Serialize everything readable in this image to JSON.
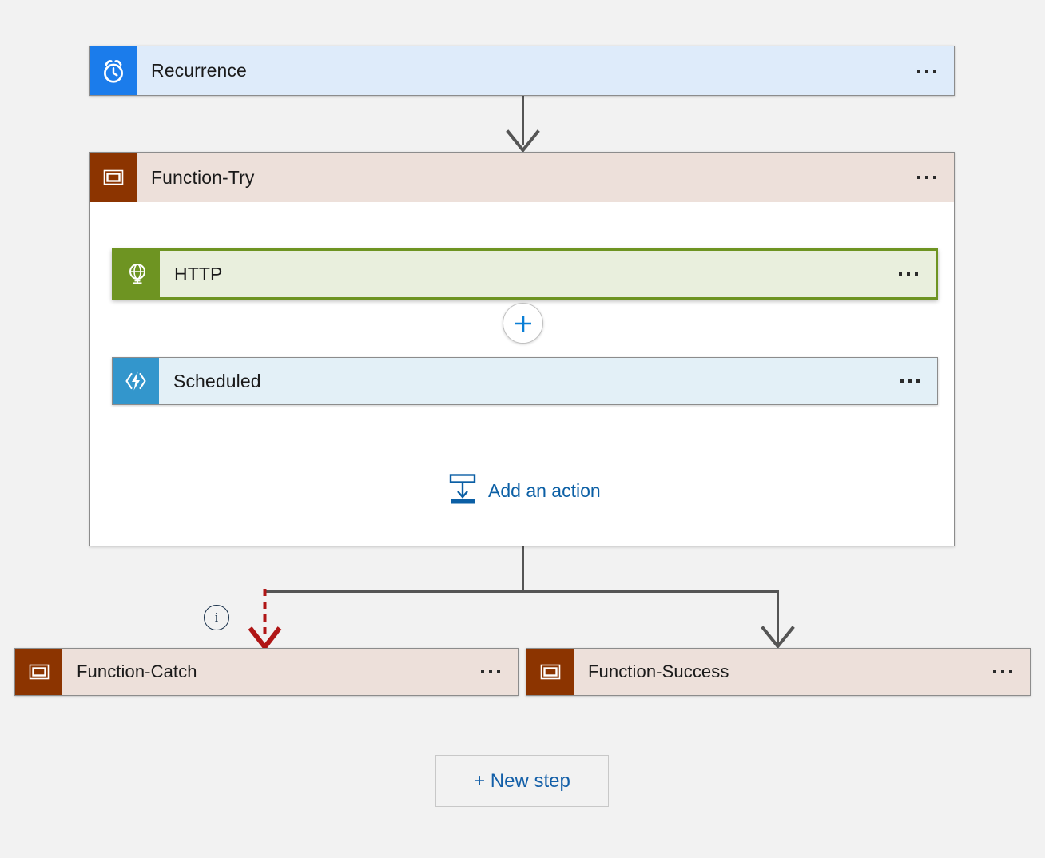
{
  "designer": {
    "background_color": "#f2f2f2",
    "nodes": [
      {
        "id": "recurrence",
        "title": "Recurrence",
        "icon": "alarm-clock-icon",
        "icon_color": "#1b7ceb",
        "body_color": "#deebfa",
        "menu": "…"
      },
      {
        "id": "function-try",
        "title": "Function-Try",
        "icon": "scope-icon",
        "icon_color": "#8c3400",
        "body_color": "#ede0da",
        "menu": "…"
      },
      {
        "id": "http",
        "title": "HTTP",
        "icon": "globe-icon",
        "icon_color": "#6e9422",
        "body_color": "#e9efdd",
        "border_color": "#6e9422",
        "selected": true,
        "menu": "…"
      },
      {
        "id": "scheduled",
        "title": "Scheduled",
        "icon": "azure-function-icon",
        "icon_color": "#3396cc",
        "body_color": "#e3f0f7",
        "menu": "…"
      },
      {
        "id": "function-catch",
        "title": "Function-Catch",
        "icon": "scope-icon",
        "icon_color": "#8c3400",
        "body_color": "#ede0da",
        "menu": "…"
      },
      {
        "id": "function-success",
        "title": "Function-Success",
        "icon": "scope-icon",
        "icon_color": "#8c3400",
        "body_color": "#ede0da",
        "menu": "…"
      }
    ],
    "add_action": {
      "label": "Add an action",
      "icon": "insert-action-icon",
      "color": "#0b5fa5"
    },
    "insert_button": {
      "icon": "plus-icon",
      "color": "#0a7fd6"
    },
    "info_badge": {
      "icon": "info-icon",
      "glyph": "i",
      "color": "#18304a"
    },
    "new_step": {
      "label": "+ New step",
      "color": "#135fa8"
    },
    "connectors": {
      "solid_color": "#555555",
      "failure_color": "#b01616",
      "failure_style": "dashed"
    }
  }
}
